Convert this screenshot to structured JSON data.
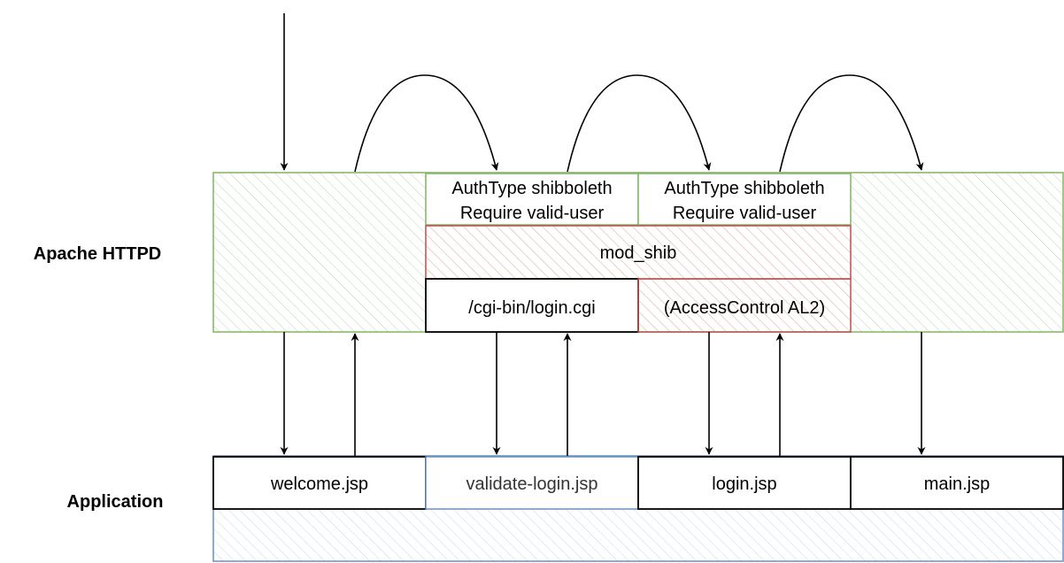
{
  "layers": {
    "apache": "Apache HTTPD",
    "application": "Application"
  },
  "apache_boxes": {
    "auth1": [
      "AuthType shibboleth",
      "Require valid-user"
    ],
    "auth2": [
      "AuthType shibboleth",
      "Require valid-user"
    ],
    "mod_shib": "mod_shib",
    "login_cgi": "/cgi-bin/login.cgi",
    "access_control": "(AccessControl AL2)"
  },
  "app_boxes": {
    "welcome": "welcome.jsp",
    "validate_login": "validate-login.jsp",
    "login": "login.jsp",
    "main": "main.jsp"
  },
  "colors": {
    "apache_stroke": "#82b366",
    "apache_hatch": "#d5e8d4",
    "mod_shib_stroke": "#b85450",
    "mod_shib_hatch": "#f8cecc",
    "app_stroke": "#6c8ebf",
    "app_hatch": "#dae8fc",
    "line": "#000000"
  }
}
